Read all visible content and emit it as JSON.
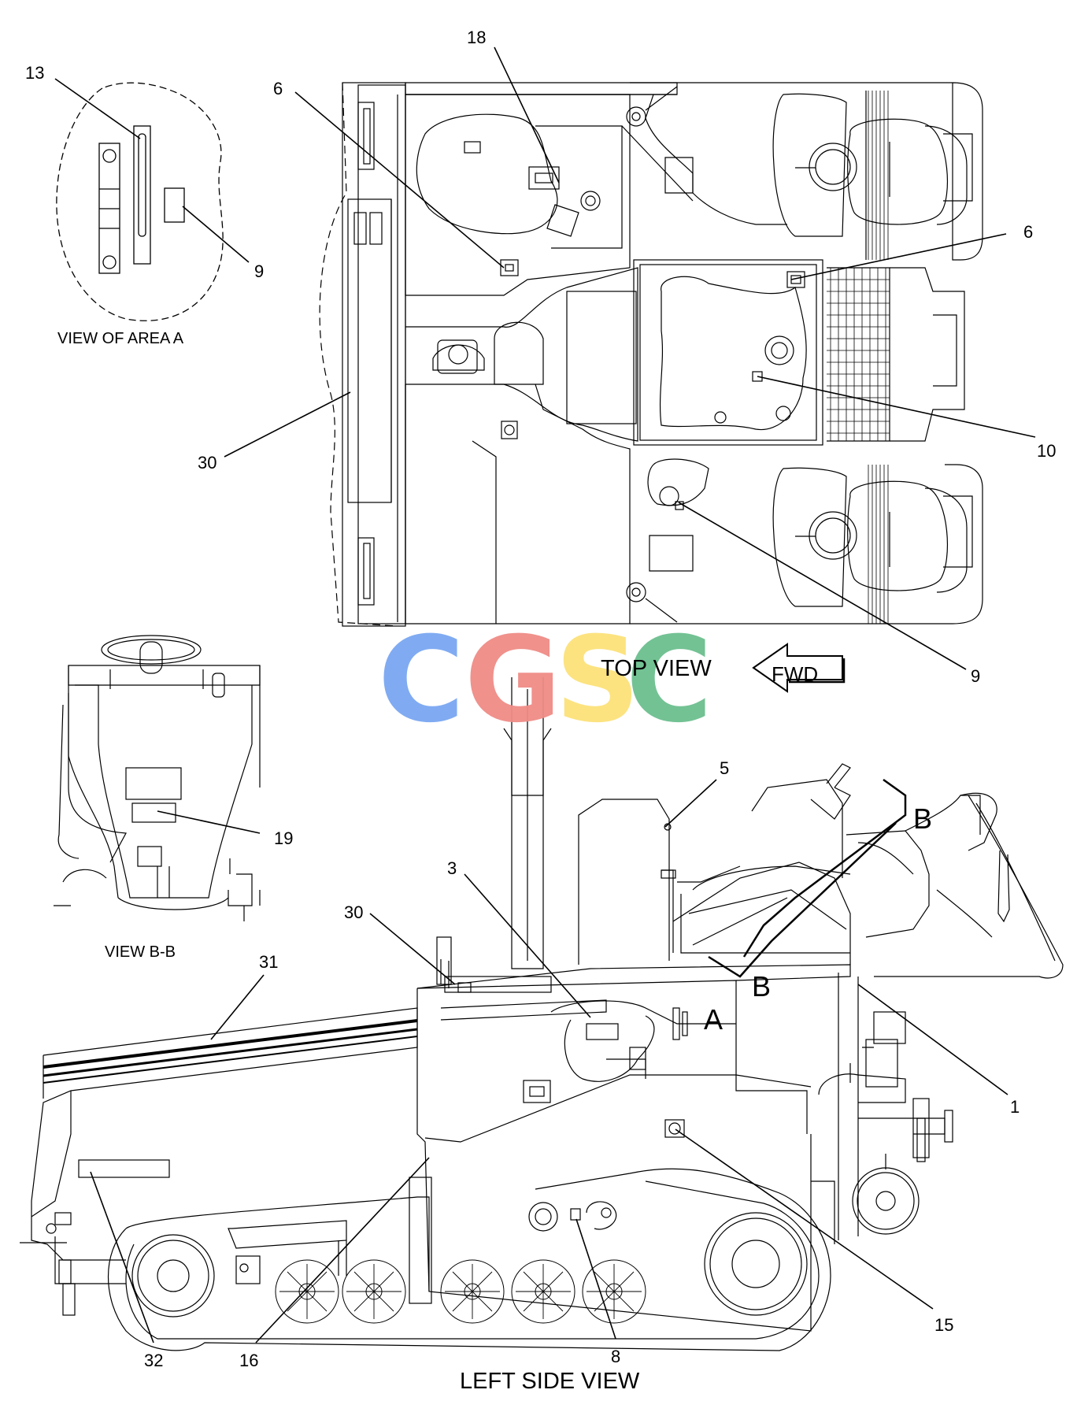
{
  "captions": {
    "view_area_a": "VIEW OF AREA A",
    "top_view": "TOP VIEW",
    "fwd": "FWD",
    "view_bb": "VIEW B-B",
    "left_side_view": "LEFT SIDE VIEW"
  },
  "section_letters": {
    "b_top": "B",
    "b_lower": "B",
    "a": "A"
  },
  "callouts": {
    "n13": "13",
    "n9_area": "9",
    "n18": "18",
    "n6_left": "6",
    "n6_right": "6",
    "n10": "10",
    "n30_top": "30",
    "n9_top": "9",
    "n19": "19",
    "n5": "5",
    "n3": "3",
    "n30_side": "30",
    "n31": "31",
    "n1": "1",
    "n15": "15",
    "n32": "32",
    "n16": "16",
    "n8": "8"
  },
  "watermark": {
    "letters": [
      "C",
      "G",
      "S",
      "C"
    ],
    "colors": [
      "#7aa7f2",
      "#f08c86",
      "#fce27a",
      "#6cbf8f"
    ]
  }
}
